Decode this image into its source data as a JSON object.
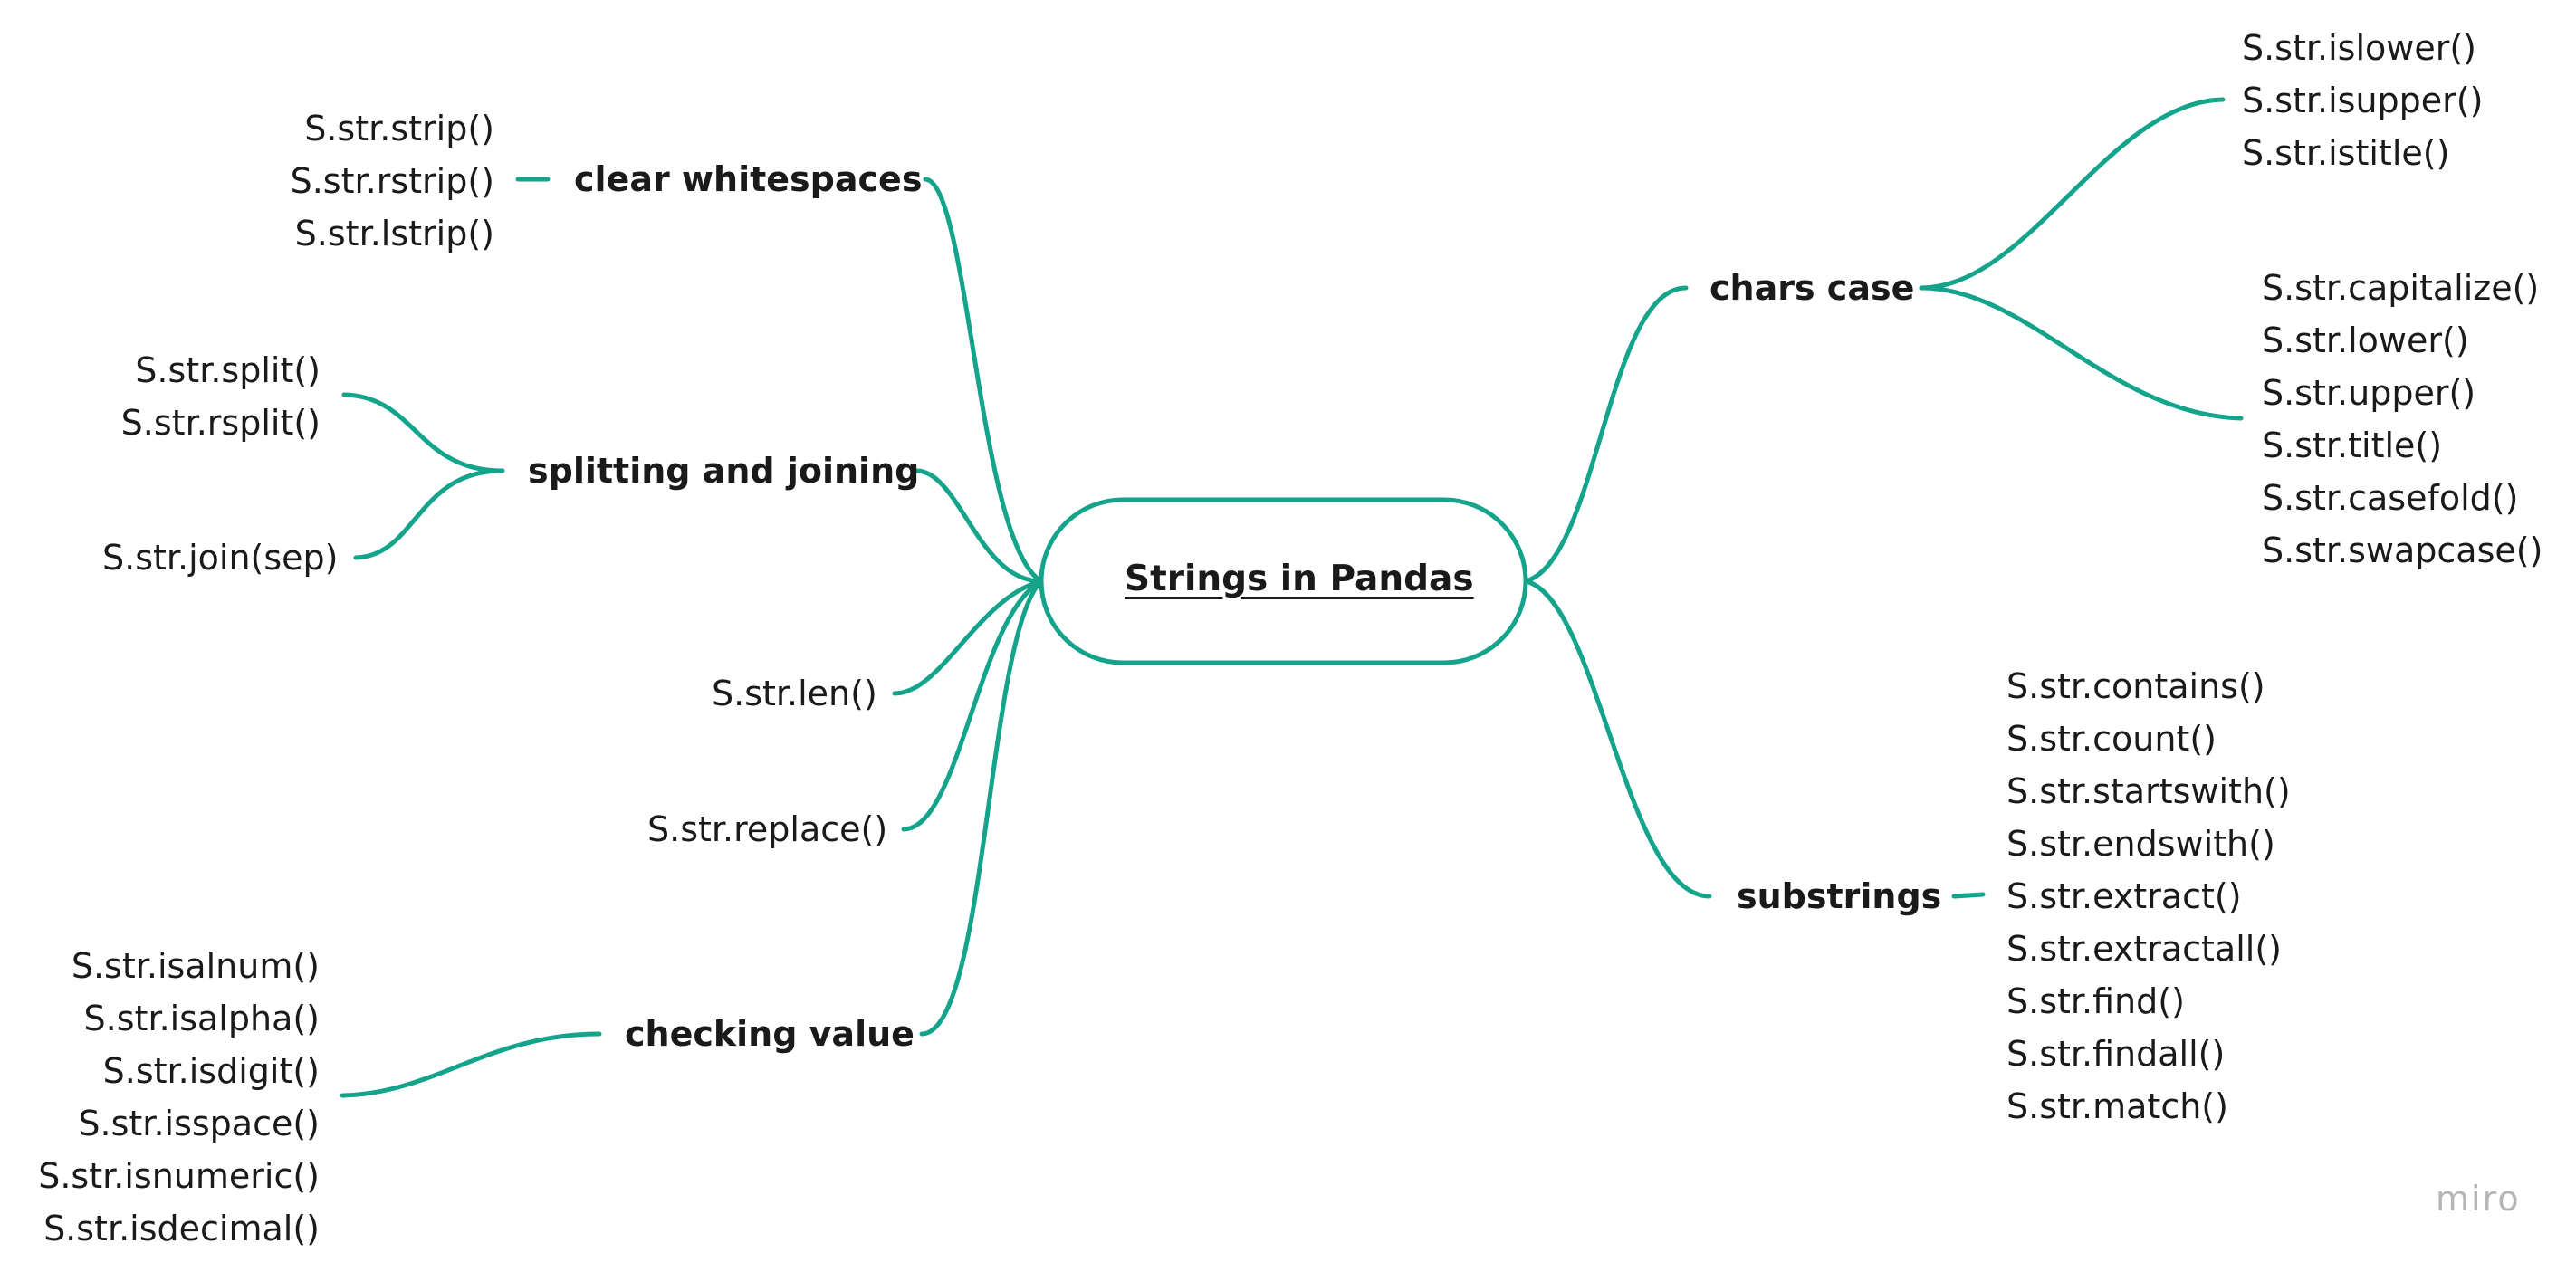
{
  "center": {
    "title": "Strings in Pandas"
  },
  "branches": {
    "clear_whitespaces": {
      "label": "clear whitespaces",
      "items": [
        "S.str.strip()",
        "S.str.rstrip()",
        "S.str.lstrip()"
      ]
    },
    "splitting_and_joining": {
      "label": "splitting and joining",
      "split_items": [
        "S.str.split()",
        "S.str.rsplit()"
      ],
      "join_item": "S.str.join(sep)"
    },
    "len": {
      "label": "S.str.len()"
    },
    "replace": {
      "label": "S.str.replace()"
    },
    "checking_value": {
      "label": "checking value",
      "items": [
        "S.str.isalnum()",
        "S.str.isalpha()",
        "S.str.isdigit()",
        "S.str.isspace()",
        "S.str.isnumeric()",
        "S.str.isdecimal()"
      ]
    },
    "chars_case": {
      "label": "chars case",
      "check_items": [
        "S.str.islower()",
        "S.str.isupper()",
        "S.str.istitle()"
      ],
      "convert_items": [
        "S.str.capitalize()",
        "S.str.lower()",
        "S.str.upper()",
        "S.str.title()",
        "S.str.casefold()",
        "S.str.swapcase()"
      ]
    },
    "substrings": {
      "label": "substrings",
      "items": [
        "S.str.contains()",
        "S.str.count()",
        "S.str.startswith()",
        "S.str.endswith()",
        "S.str.extract()",
        "S.str.extractall()",
        "S.str.find()",
        "S.str.findall()",
        "S.str.match()"
      ]
    }
  },
  "watermark": "miro",
  "colors": {
    "branch": "#14a38b",
    "text": "#1a1a1a",
    "watermark": "#b5b5b5"
  }
}
